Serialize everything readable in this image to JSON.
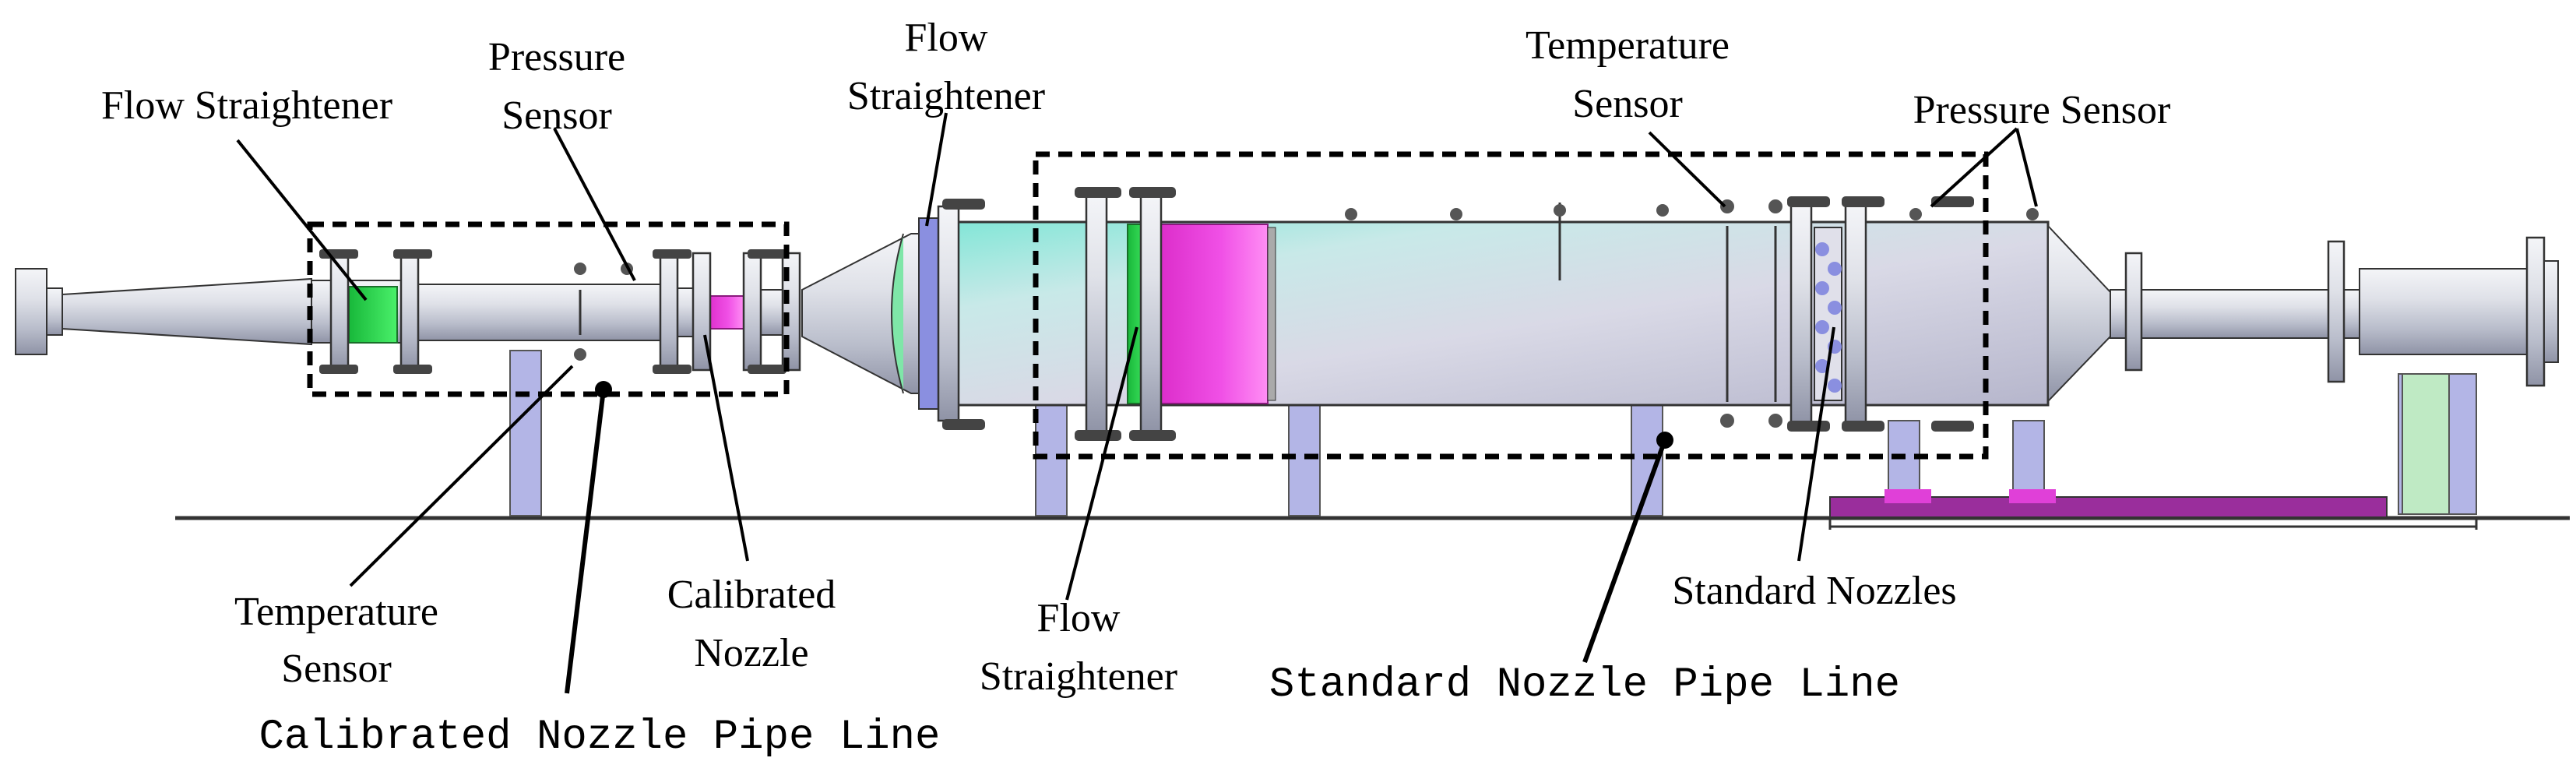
{
  "labels": {
    "flow_straightener_1": "Flow Straightener",
    "pressure_sensor_1_line1": "Pressure",
    "pressure_sensor_1_line2": "Sensor",
    "flow_straightener_2_line1": "Flow",
    "flow_straightener_2_line2": "Straightener",
    "temperature_sensor_1_line1": "Temperature",
    "temperature_sensor_1_line2": "Sensor",
    "pressure_sensor_2": "Pressure Sensor",
    "temperature_sensor_2_line1": "Temperature",
    "temperature_sensor_2_line2": "Sensor",
    "calibrated_nozzle_line1": "Calibrated",
    "calibrated_nozzle_line2": "Nozzle",
    "flow_straightener_3_line1": "Flow",
    "flow_straightener_3_line2": "Straightener",
    "standard_nozzles": "Standard Nozzles"
  },
  "sections": {
    "calibrated_line": "Calibrated Nozzle Pipe Line",
    "standard_line": "Standard Nozzle Pipe Line"
  },
  "colors": {
    "straightener_green": "#2fd94f",
    "nozzle_magenta": "#f050e6",
    "stand_lavender": "#b3b5e6",
    "pipe_metal": "#c9cdd8",
    "teal_tint": "#7fe6d6"
  }
}
